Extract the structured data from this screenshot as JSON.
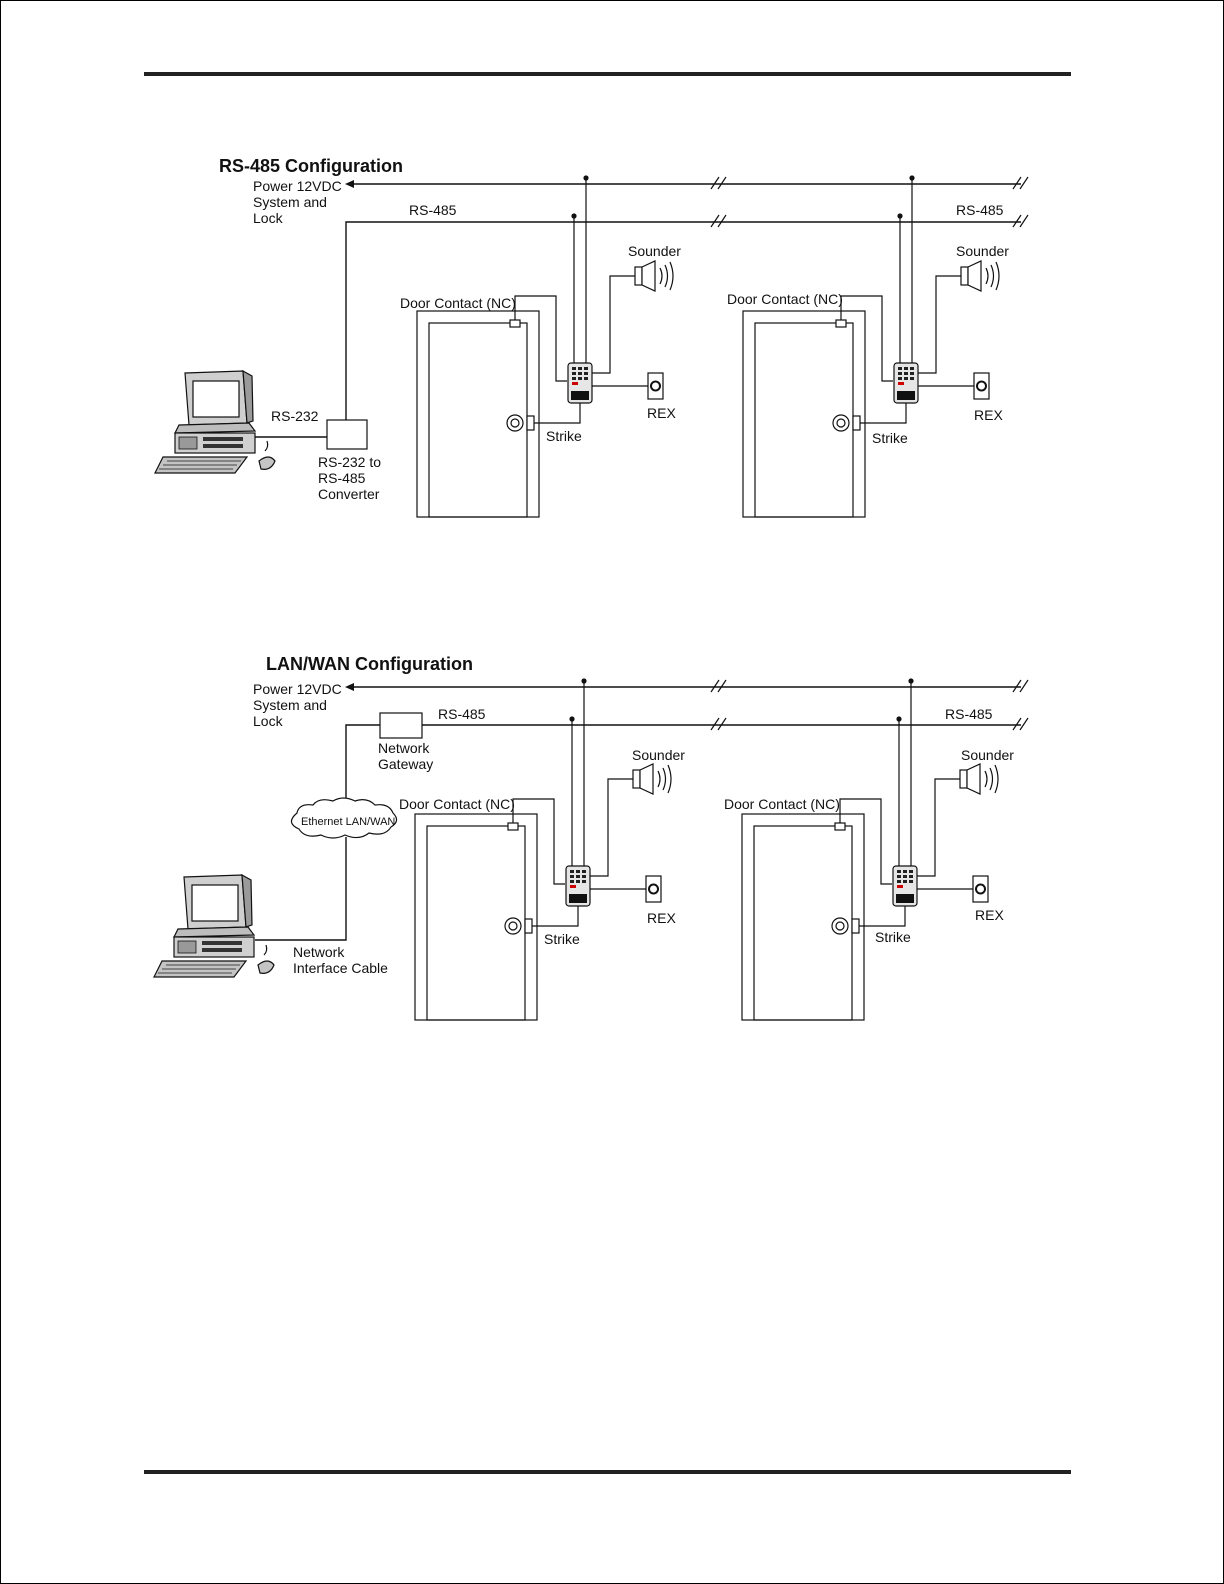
{
  "rs485": {
    "title": "RS-485 Configuration",
    "power_l1": "Power 12VDC",
    "power_l2": "System and",
    "power_l3": "Lock",
    "bus_left": "RS-485",
    "bus_right": "RS-485",
    "rs232": "RS-232",
    "conv_l1": "RS-232 to",
    "conv_l2": "RS-485",
    "conv_l3": "Converter",
    "door1": {
      "contact": "Door Contact (NC)",
      "sounder": "Sounder",
      "rex": "REX",
      "strike": "Strike"
    },
    "door2": {
      "contact": "Door Contact (NC)",
      "sounder": "Sounder",
      "rex": "REX",
      "strike": "Strike"
    }
  },
  "lanwan": {
    "title": "LAN/WAN Configuration",
    "power_l1": "Power 12VDC",
    "power_l2": "System and",
    "power_l3": "Lock",
    "bus_left": "RS-485",
    "bus_right": "RS-485",
    "gateway_l1": "Network",
    "gateway_l2": "Gateway",
    "cloud": "Ethernet LAN/WAN",
    "nic_l1": "Network",
    "nic_l2": "Interface Cable",
    "door1": {
      "contact": "Door Contact (NC)",
      "sounder": "Sounder",
      "rex": "REX",
      "strike": "Strike"
    },
    "door2": {
      "contact": "Door Contact (NC)",
      "sounder": "Sounder",
      "rex": "REX",
      "strike": "Strike"
    }
  }
}
